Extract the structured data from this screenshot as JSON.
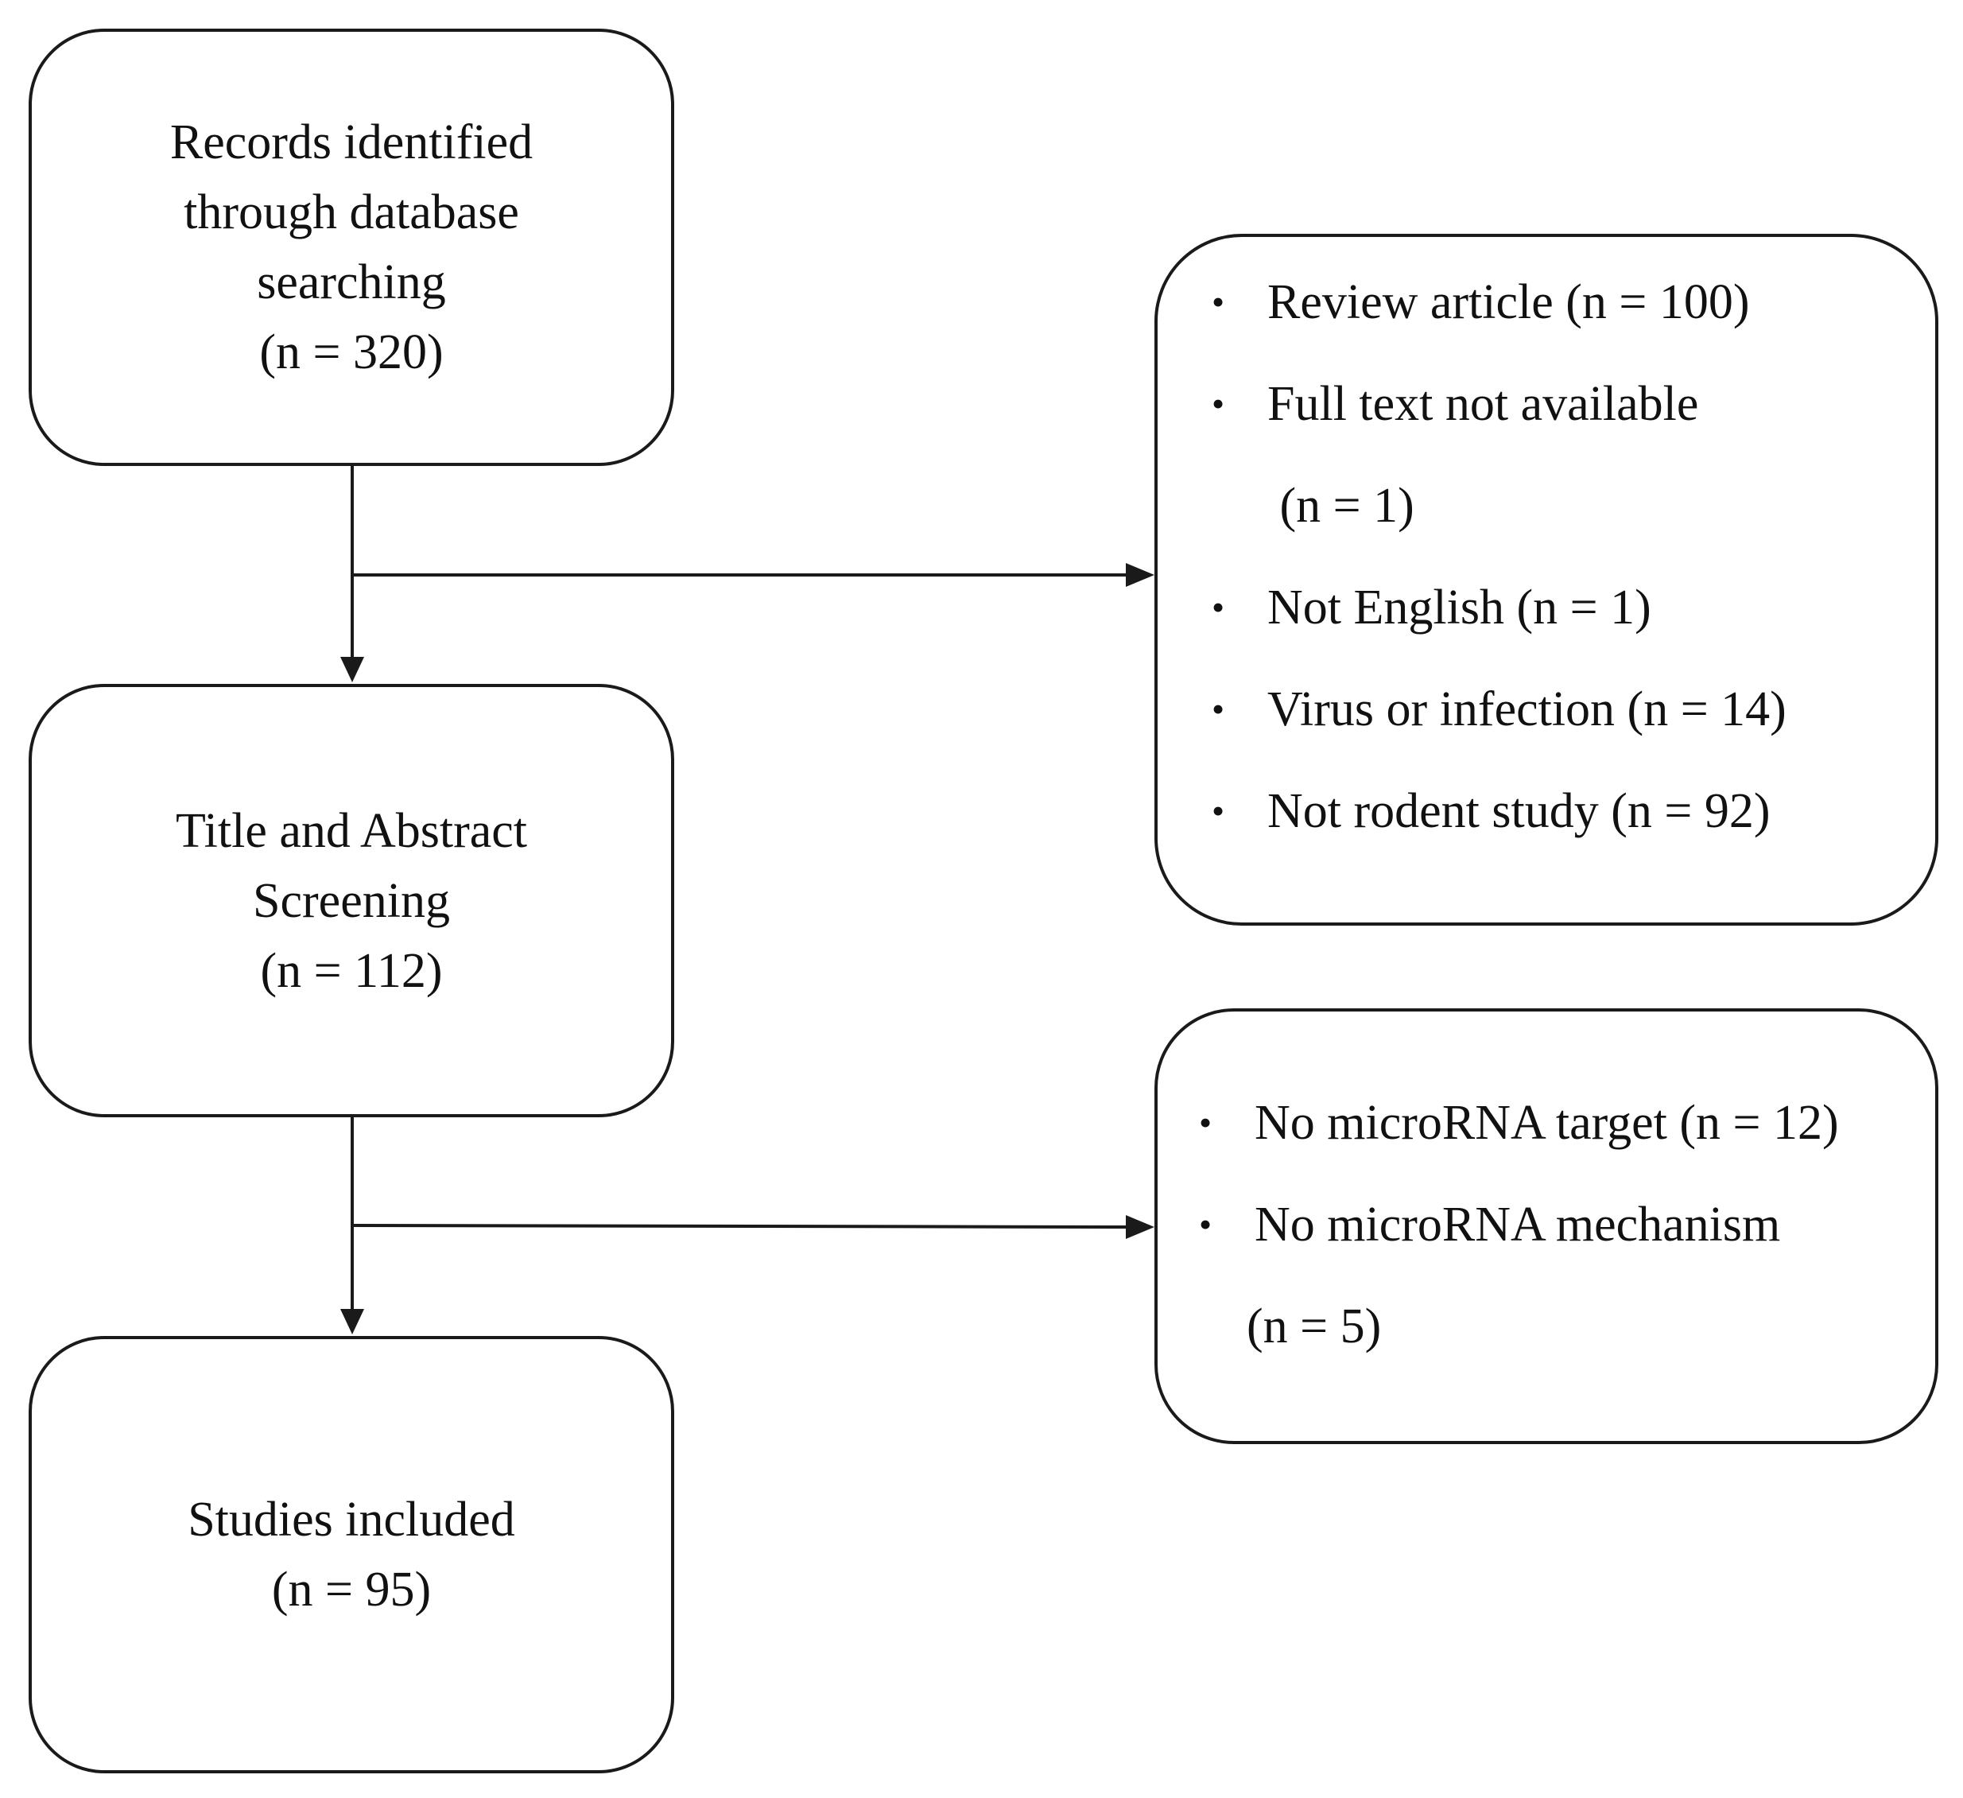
{
  "stages": {
    "identified": {
      "lines": [
        "Records identified",
        "through  database",
        "searching",
        "(n = 320)"
      ]
    },
    "screening": {
      "lines": [
        "Title  and Abstract",
        "Screening",
        "(n = 112)"
      ]
    },
    "included": {
      "lines": [
        "Studies  included",
        "(n = 95)"
      ]
    }
  },
  "exclusions": {
    "first": {
      "items": [
        {
          "lines": [
            "Review  article  (n = 100)"
          ]
        },
        {
          "lines": [
            "Full  text not available",
            " (n = 1)"
          ]
        },
        {
          "lines": [
            "Not English  (n = 1)"
          ]
        },
        {
          "lines": [
            "Virus  or infection  (n = 14)"
          ]
        },
        {
          "lines": [
            "Not rodent  study  (n = 92)"
          ]
        }
      ]
    },
    "second": {
      "items": [
        {
          "lines": [
            "No microRNA  target  (n = 12)"
          ]
        },
        {
          "lines": [
            "No microRNA  mechanism",
            "(n = 5)"
          ]
        }
      ]
    }
  },
  "colors": {
    "stroke": "#1a1a1a",
    "background": "#ffffff"
  }
}
